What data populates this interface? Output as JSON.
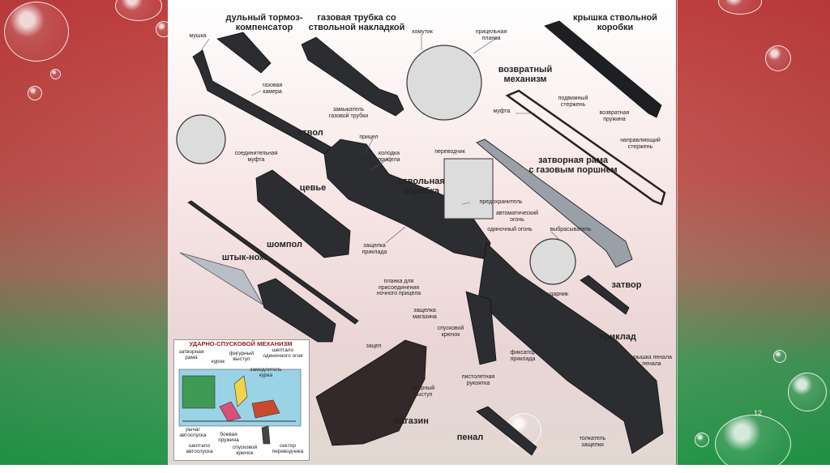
{
  "slide": {
    "page_number": "12"
  },
  "inset": {
    "title": "УДАРНО-СПУСКОВОЙ МЕХАНИЗМ",
    "labels": {
      "bolt_carrier": "затворная\nрама",
      "hammer": "курок",
      "shaped_lug": "фигурный\nвыступ",
      "single_fire_sear": "шептало\nодиночного огня",
      "hammer_retarder": "замедлитель\nкурка",
      "auto_lever": "рычаг\nавтоспуска",
      "main_spring": "боевая\nпружина",
      "auto_sear": "шептало\nавтоспуска",
      "trigger": "спусковой\nкрючок",
      "selector_sector": "сектор\nпереводчика"
    }
  },
  "labels": {
    "muzzle_brake": "дульный тормоз-\nкомпенсатор",
    "gas_tube": "газовая трубка со\nствольной накладкой",
    "receiver_cover": "крышка ствольной\nкоробки",
    "front_sight": "мушка",
    "gas_chamber": "газовая\nкамера",
    "clamp": "хомутик",
    "sight_leaf": "прицельная\nпланка",
    "recoil_mechanism": "возвратный\nмеханизм",
    "guide_rod_movable": "подвижный\nстержень",
    "recoil_spring": "возвратная\nпружина",
    "coupling": "муфта",
    "guide_rod": "направляющий\nстержень",
    "gas_tube_lock": "замыкатель\nгазовой трубки",
    "barrel": "ствол",
    "rear_sight": "прицел",
    "sight_block": "колодка\nприцела",
    "selector": "переводчик",
    "bolt_carrier_piston": "затворная рама\nс газовым поршнем",
    "connecting_sleeve": "соединительная\nмуфта",
    "handguard": "цевье",
    "receiver": "ствольная\nкоробка",
    "safety": "предохранитель",
    "auto_fire": "автоматический\nогонь",
    "single_fire": "одиночный огонь",
    "extractor": "выбрасыватель",
    "cleaning_rod": "шомпол",
    "stock_latch": "защелка\nприклада",
    "bayonet": "штык-нож",
    "scope_rail": "планка для\nприсоединения\nночного прицела",
    "bolt": "затвор",
    "firing_pin": "ударник",
    "magazine_catch": "защелка\nмагазина",
    "trigger_guard_hook": "спусковой\nкрючок",
    "stock": "приклад",
    "catch": "зацеп",
    "stock_lock": "фиксатор\nприклада",
    "buttplate_cover": "крышка пенала\nпенала",
    "support_lug": "опорный\nвыступ",
    "pistol_grip": "пистолетная\nрукоятка",
    "magazine": "магазин",
    "case": "пенал",
    "pusher": "толкатель\nзащелки"
  }
}
